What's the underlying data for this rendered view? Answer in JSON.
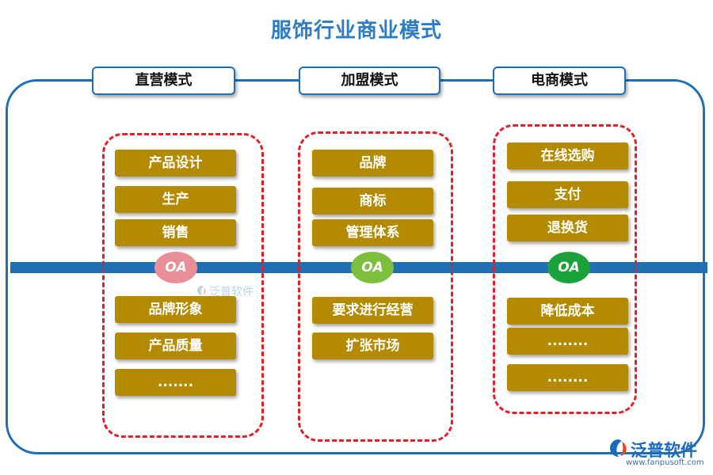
{
  "title": "服饰行业商业模式",
  "columns": [
    {
      "header": "直营模式",
      "top_items": [
        "产品设计",
        "生产",
        "销售"
      ],
      "oa_label": "OA",
      "oa_color": "#e88e97",
      "bottom_items": [
        "品牌形象",
        "产品质量",
        "......."
      ]
    },
    {
      "header": "加盟模式",
      "top_items": [
        "品牌",
        "商标",
        "管理体系"
      ],
      "oa_label": "OA",
      "oa_color": "#7cbf3c",
      "bottom_items": [
        "要求进行经营",
        "扩张市场"
      ]
    },
    {
      "header": "电商模式",
      "top_items": [
        "在线选购",
        "支付",
        "退换货"
      ],
      "oa_label": "OA",
      "oa_color": "#1ba23a",
      "bottom_items": [
        "降低成本",
        "........",
        "........"
      ]
    }
  ],
  "watermark": "泛普软件",
  "logo": {
    "name": "泛普软件",
    "url": "www.fanpusoft.com"
  },
  "colors": {
    "title": "#2e7cc4",
    "frame": "#1f6fb5",
    "box": "#b38a00",
    "dashed": "#e0202a"
  }
}
